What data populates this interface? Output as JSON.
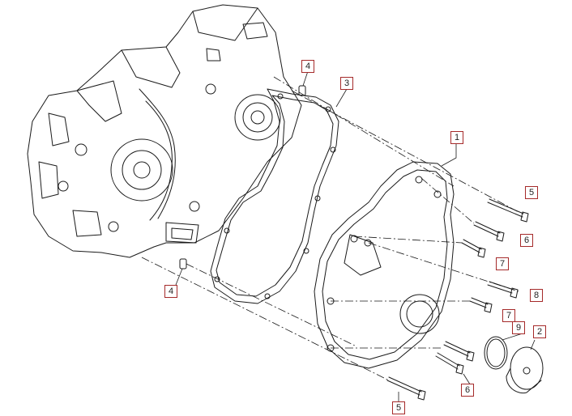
{
  "callouts": {
    "c1": "1",
    "c2": "2",
    "c3": "3",
    "c4a": "4",
    "c4b": "4",
    "c5a": "5",
    "c5b": "5",
    "c6a": "6",
    "c6b": "6",
    "c7a": "7",
    "c7b": "7",
    "c8": "8",
    "c9": "9"
  },
  "colors": {
    "line": "#1a1a1a",
    "callout_border": "#a52a2a"
  }
}
